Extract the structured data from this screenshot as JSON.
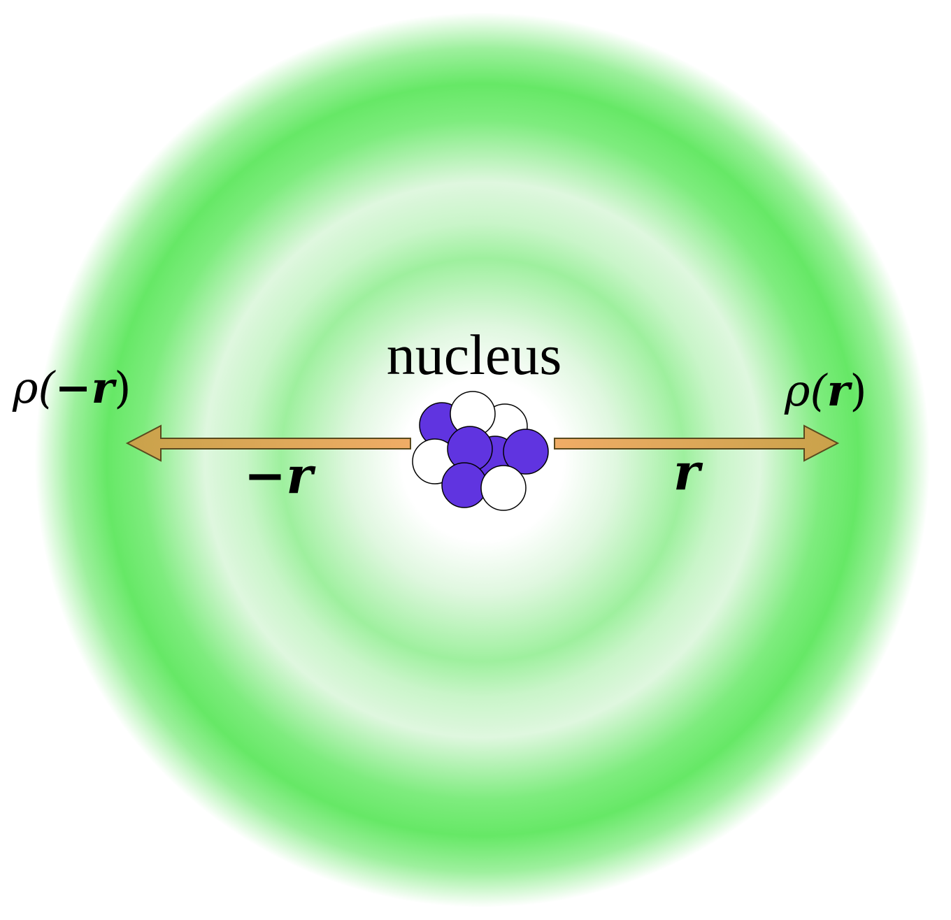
{
  "title": "nucleus",
  "labels": {
    "rho_left_prefix": "ρ(",
    "rho_left_vec": "−r",
    "rho_left_suffix": ")",
    "rho_right_prefix": "ρ(",
    "rho_right_vec": "r",
    "rho_right_suffix": ")",
    "vec_left": "−r",
    "vec_right": "r"
  },
  "colors": {
    "cloud": "#66e866",
    "arrow_fill": "#e8a85e",
    "arrow_stroke": "#5a4a1e",
    "proton": "#6034e0",
    "neutron": "#ffffff",
    "nucleon_stroke": "#000000"
  },
  "legend": []
}
